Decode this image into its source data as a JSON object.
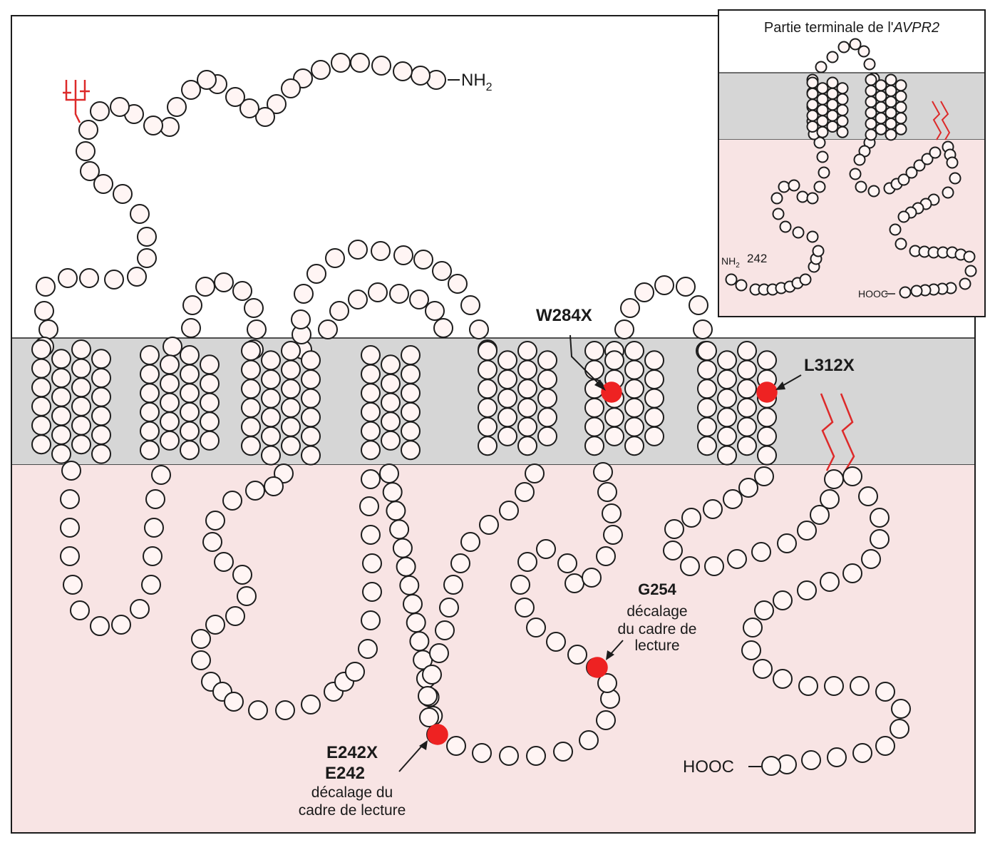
{
  "colors": {
    "extracellular": "#ffffff",
    "membrane": "#d6d6d6",
    "cytoplasm": "#f8e4e4",
    "residue_fill": "#fff5f4",
    "residue_stroke": "#1c1c1c",
    "mutation": "#ee2222",
    "modification": "#dd2a2a"
  },
  "main": {
    "n_terminus": "NH",
    "n_terminus_sub": "2",
    "c_terminus": "HOOC",
    "mutations": [
      {
        "name": "W284X",
        "description": ""
      },
      {
        "name": "L312X",
        "description": ""
      },
      {
        "name": "G254",
        "description": [
          "décalage",
          "du cadre de",
          "lecture"
        ]
      },
      {
        "name": "E242X",
        "name2": "E242",
        "description": [
          "décalage du",
          "cadre de lecture"
        ]
      }
    ]
  },
  "inset": {
    "title_plain": "Partie terminale de l'",
    "title_italic": "AVPR2",
    "n_terminus": "NH",
    "n_terminus_sub": "2",
    "start_position": "242",
    "c_terminus": "HOOC"
  }
}
